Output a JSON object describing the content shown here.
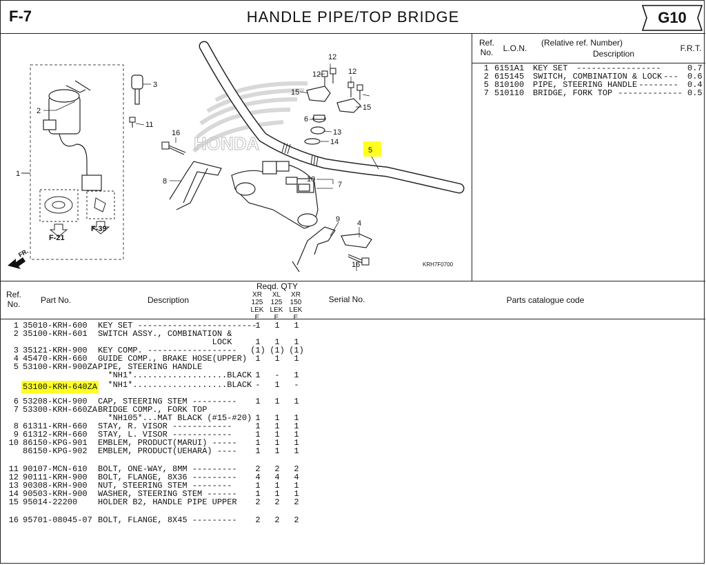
{
  "header": {
    "section_code": "F-7",
    "title": "HANDLE PIPE/TOP BRIDGE",
    "group": "G10"
  },
  "diagram": {
    "callouts": [
      "1",
      "2",
      "3",
      "11",
      "16",
      "8",
      "5",
      "10",
      "7",
      "9",
      "4",
      "16",
      "12",
      "12",
      "12",
      "15",
      "15",
      "6",
      "13",
      "14"
    ],
    "ref_boxes": [
      "F-21",
      "F-39"
    ],
    "direction": "FR.",
    "brand_watermark": "HONDA",
    "figure_code": "KRH7F0700",
    "highlight_color": "#ffff22"
  },
  "frt_table": {
    "headers": {
      "ref_no": [
        "Ref.",
        "No."
      ],
      "lon": "L.O.N.",
      "rel_ref": "(Relative ref. Number)",
      "description": "Description",
      "frt": "F.R.T."
    },
    "rows": [
      {
        "ref": "1",
        "lon": "6151A1",
        "desc": "KEY SET",
        "leader": " -----------------",
        "frt": "0.7"
      },
      {
        "ref": "2",
        "lon": "615145",
        "desc": "SWITCH, COMBINATION & LOCK",
        "leader": " ---",
        "frt": "0.6"
      },
      {
        "ref": "5",
        "lon": "810100",
        "desc": "PIPE, STEERING HANDLE",
        "leader": " --------",
        "frt": "0.4"
      },
      {
        "ref": "7",
        "lon": "510110",
        "desc": "BRIDGE, FORK TOP",
        "leader": " -------------",
        "frt": "0.5"
      }
    ]
  },
  "parts_table": {
    "headers": {
      "ref_no": [
        "Ref.",
        "No."
      ],
      "part_no": "Part No.",
      "description": "Description",
      "reqd_qty": "Reqd. QTY",
      "models": [
        [
          "XR",
          "125",
          "LEK",
          "E"
        ],
        [
          "XL",
          "125",
          "LEK",
          "E"
        ],
        [
          "XR",
          "150",
          "LEK",
          "E"
        ]
      ],
      "serial_no": "Serial No.",
      "catalogue_code": "Parts catalogue code"
    },
    "rows": [
      {
        "ref": "1",
        "part": "35010-KRH-600",
        "desc": "KEY SET ------------------------",
        "q": [
          "1",
          "1",
          "1"
        ]
      },
      {
        "ref": "2",
        "part": "35100-KRH-601",
        "desc": "SWITCH ASSY., COMBINATION &",
        "q": [
          "",
          "",
          ""
        ]
      },
      {
        "ref": "",
        "part": "",
        "desc": "                       LOCK",
        "q": [
          "1",
          "1",
          "1"
        ]
      },
      {
        "ref": "3",
        "part": "35121-KRH-900",
        "desc": "KEY COMP. ------------------",
        "q": [
          "(1)",
          "(1)",
          "(1)"
        ]
      },
      {
        "ref": "4",
        "part": "45470-KRH-660",
        "desc": "GUIDE COMP., BRAKE HOSE(UPPER)",
        "q": [
          "1",
          "1",
          "1"
        ]
      },
      {
        "ref": "5",
        "part": "53100-KRH-900ZA",
        "desc": "PIPE, STEERING HANDLE",
        "q": [
          "",
          "",
          ""
        ]
      },
      {
        "ref": "",
        "part": "",
        "desc": "  *NH1*...................BLACK",
        "q": [
          "1",
          "-",
          "1"
        ]
      },
      {
        "ref": "",
        "part": "53100-KRH-640ZA",
        "desc": "  *NH1*...................BLACK",
        "q": [
          "-",
          "1",
          "-"
        ],
        "highlight": true
      },
      {
        "ref": "6",
        "part": "53208-KCH-900",
        "desc": "CAP, STEERING STEM ---------",
        "q": [
          "1",
          "1",
          "1"
        ]
      },
      {
        "ref": "7",
        "part": "53300-KRH-660ZA",
        "desc": "BRIDGE COMP., FORK TOP",
        "q": [
          "",
          "",
          ""
        ]
      },
      {
        "ref": "",
        "part": "",
        "desc": "  *NH105*...MAT BLACK (#15-#20)",
        "q": [
          "1",
          "1",
          "1"
        ]
      },
      {
        "ref": "8",
        "part": "61311-KRH-660",
        "desc": "STAY, R. VISOR ------------",
        "q": [
          "1",
          "1",
          "1"
        ]
      },
      {
        "ref": "9",
        "part": "61312-KRH-660",
        "desc": "STAY, L. VISOR ------------",
        "q": [
          "1",
          "1",
          "1"
        ]
      },
      {
        "ref": "10",
        "part": "86150-KPG-901",
        "desc": "EMBLEM, PRODUCT(MARUI) -----",
        "q": [
          "1",
          "1",
          "1"
        ]
      },
      {
        "ref": "",
        "part": "86150-KPG-902",
        "desc": "EMBLEM, PRODUCT(UEHARA) ----",
        "q": [
          "1",
          "1",
          "1"
        ]
      },
      {
        "ref": "11",
        "part": "90107-MCN-610",
        "desc": "BOLT, ONE-WAY, 8MM ---------",
        "q": [
          "2",
          "2",
          "2"
        ]
      },
      {
        "ref": "12",
        "part": "90111-KRH-900",
        "desc": "BOLT, FLANGE, 8X36 ---------",
        "q": [
          "4",
          "4",
          "4"
        ]
      },
      {
        "ref": "13",
        "part": "90308-KRH-900",
        "desc": "NUT, STEERING STEM --------",
        "q": [
          "1",
          "1",
          "1"
        ]
      },
      {
        "ref": "14",
        "part": "90503-KRH-900",
        "desc": "WASHER, STEERING STEM ------",
        "q": [
          "1",
          "1",
          "1"
        ]
      },
      {
        "ref": "15",
        "part": "95014-22200",
        "desc": "HOLDER B2, HANDLE PIPE UPPER",
        "q": [
          "2",
          "2",
          "2"
        ]
      },
      {
        "ref": "16",
        "part": "95701-08045-07",
        "desc": "BOLT, FLANGE, 8X45 ---------",
        "q": [
          "2",
          "2",
          "2"
        ]
      }
    ]
  }
}
